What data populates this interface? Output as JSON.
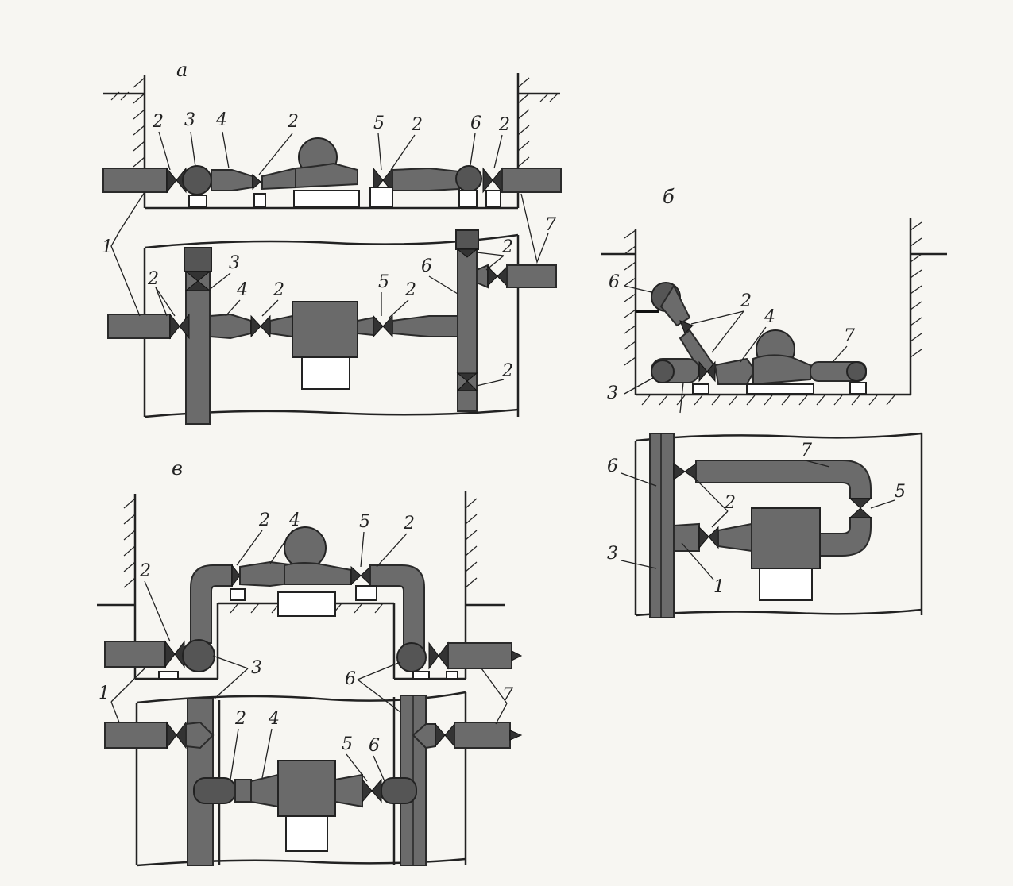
{
  "panels": {
    "a": {
      "label": "а"
    },
    "b": {
      "label": "б"
    },
    "v": {
      "label": "в"
    }
  },
  "callouts": {
    "n1": "1",
    "n2": "2",
    "n3": "3",
    "n4": "4",
    "n5": "5",
    "n6": "6",
    "n7": "7"
  }
}
